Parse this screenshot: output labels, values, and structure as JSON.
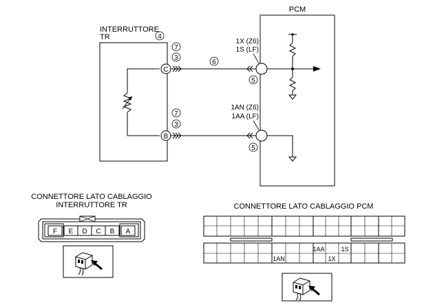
{
  "switch": {
    "title_line1": "INTERRUTTORE",
    "title_line2": "TR",
    "ref_num": "4",
    "terminal_c": "C",
    "terminal_b": "B",
    "circle_7_top": "7",
    "circle_3_top": "3",
    "circle_7_bottom": "7",
    "circle_3_bottom": "3"
  },
  "pcm": {
    "title": "PCM",
    "pin_top_line1": "1X (Z6)",
    "pin_top_line2": "1S (LF)",
    "pin_bottom_line1": "1AN (Z6)",
    "pin_bottom_line2": "1AA (LF)",
    "circle_5_top": "5",
    "circle_5_bottom": "5"
  },
  "wire": {
    "circle_6": "6"
  },
  "switch_connector": {
    "title_line1": "CONNETTORE LATO CABLAGGIO",
    "title_line2": "INTERRUTTORE TR",
    "pins": [
      "F",
      "E",
      "D",
      "C",
      "B",
      "A"
    ]
  },
  "pcm_connector": {
    "title": "CONNETTORE LATO CABLAGGIO PCM",
    "labels": {
      "p1AA": "1AA",
      "p1S": "1S",
      "p1AN": "1AN",
      "p1X": "1X"
    }
  },
  "icons": {
    "switch_connector_view": "connector-view-icon",
    "pcm_connector_view": "connector-view-icon"
  }
}
